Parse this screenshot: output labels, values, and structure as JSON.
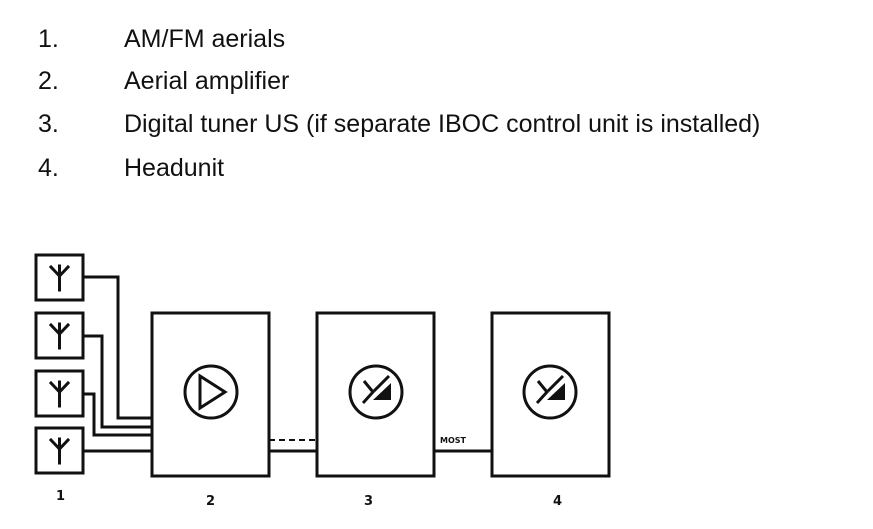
{
  "legend": {
    "items": [
      {
        "number": "1.",
        "text": "AM/FM aerials"
      },
      {
        "number": "2.",
        "text": "Aerial amplifier"
      },
      {
        "number": "3.",
        "text": "Digital tuner US (if separate IBOC control unit is installed)"
      },
      {
        "number": "4.",
        "text": "Headunit"
      }
    ]
  },
  "diagram": {
    "labels": {
      "aerials": "1",
      "amplifier": "2",
      "tuner": "3",
      "headunit": "4"
    },
    "bus_label": "MOST",
    "colors": {
      "line": "#111111",
      "background": "#ffffff"
    },
    "icons": {
      "aerial": "antenna-icon",
      "amplifier": "amplifier-triangle-icon",
      "tuner": "tuner-icon",
      "headunit": "headunit-icon"
    }
  }
}
